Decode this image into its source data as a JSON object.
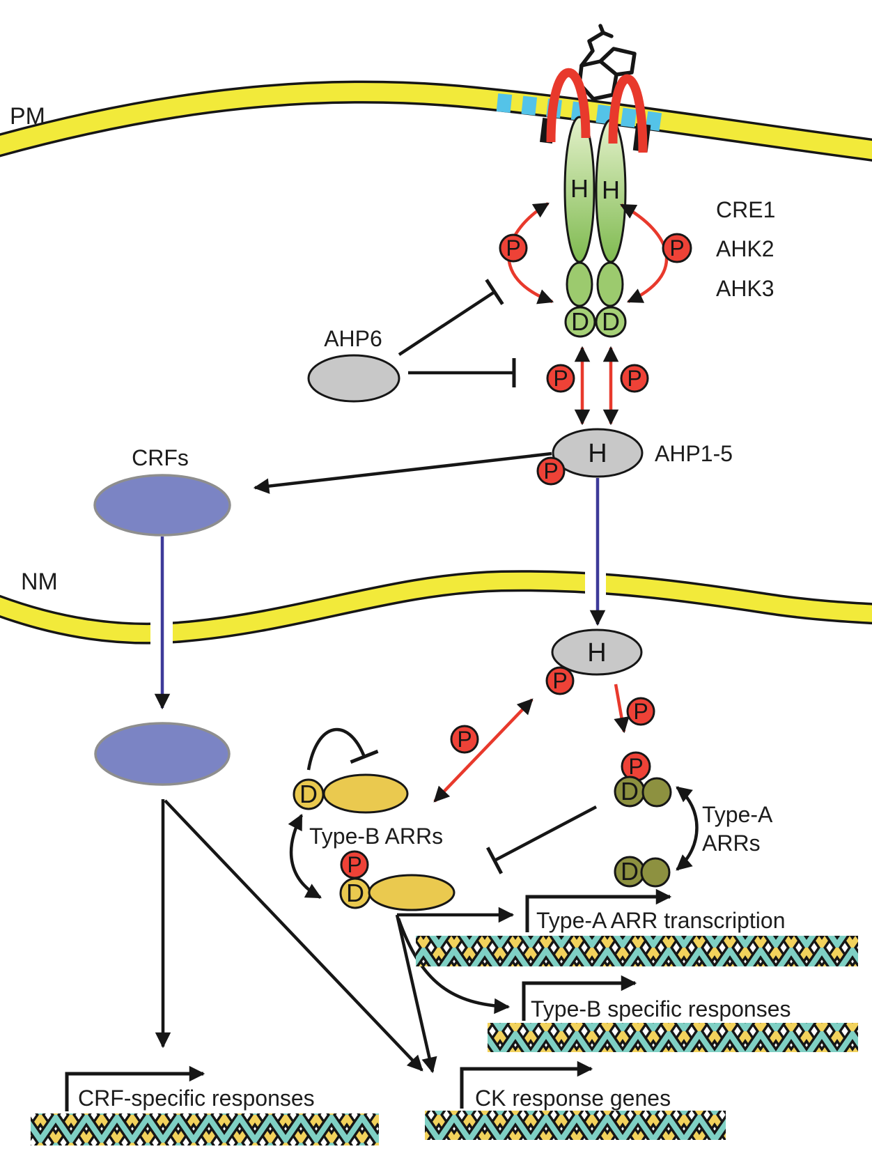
{
  "membranes": {
    "pm_label": "PM",
    "nm_label": "NM"
  },
  "receptor": {
    "names": [
      "CRE1",
      "AHK2",
      "AHK3"
    ],
    "histidine_letter": "H",
    "receiver_letter": "D"
  },
  "phosphate_letter": "P",
  "proteins": {
    "ahp6": "AHP6",
    "ahp_family": "AHP1-5",
    "crfs": "CRFs",
    "type_b_arrs": "Type-B ARRs",
    "type_a_line1": "Type-A",
    "type_a_line2": "ARRs"
  },
  "gene_labels": {
    "type_a_transcription": "Type-A ARR transcription",
    "type_b_responses": "Type-B specific responses",
    "crf_responses": "CRF-specific responses",
    "ck_genes": "CK response genes"
  },
  "colors": {
    "membrane_yellow": "#f2ea3a",
    "tm_cyan": "#54c3e8",
    "receptor_red": "#e8392c",
    "kinase_green_light": "#e0efc6",
    "kinase_green": "#82bb52",
    "receiver_green": "#9cca6e",
    "phosphate_red": "#ee4237",
    "hpt_gray": "#c8c8c8",
    "crf_purple": "#7b84c4",
    "type_b_gold": "#eac94f",
    "type_a_olive": "#8d9140",
    "arrow_blue": "#3d3a99",
    "dna_teal": "#7fd0c4",
    "dna_yellow": "#f2d25c",
    "line_black": "#161616"
  }
}
